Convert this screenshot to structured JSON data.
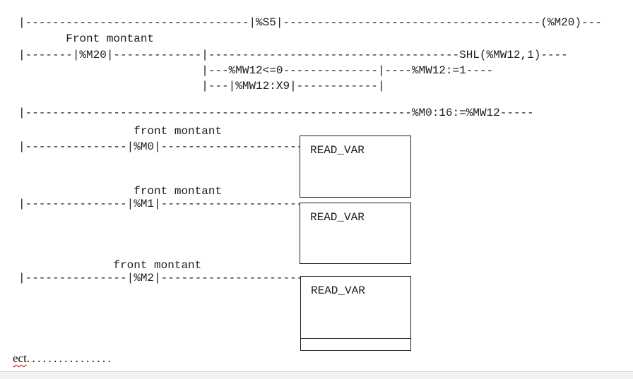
{
  "document": {
    "ladder_rows": [
      {
        "name": "rung-s5-coil-m20",
        "text": "|---------------------------------|%S5|--------------------------------------(%M20)---"
      },
      {
        "name": "label-front-montant",
        "text": "       Front montant"
      },
      {
        "name": "rung-m20-shl",
        "text": "|-------|%M20|-------------|-------------------------------------SHL(%MW12,1)----"
      },
      {
        "name": "branch-compare-assign",
        "text": "                           |---%MW12<=0--------------|----%MW12:=1----"
      },
      {
        "name": "branch-bit-x9",
        "text": "                           |---|%MW12:X9|------------|"
      },
      {
        "name": "rung-table-assign",
        "text": "|---------------------------------------------------------%M0:16:=%MW12-----"
      },
      {
        "name": "label-front-montant-m0",
        "text": "                 front montant"
      },
      {
        "name": "rung-m0",
        "text": "|---------------|%M0|---------------------"
      },
      {
        "name": "label-front-montant-m1",
        "text": "                 front montant"
      },
      {
        "name": "rung-m1",
        "text": "|---------------|%M1|---------------------"
      },
      {
        "name": "label-front-montant-m2",
        "text": "              front montant"
      },
      {
        "name": "rung-m2",
        "text": "|---------------|%M2|---------------------"
      }
    ],
    "function_blocks": [
      {
        "label": "READ_VAR"
      },
      {
        "label": "READ_VAR"
      },
      {
        "label": "READ_VAR"
      }
    ],
    "footer": {
      "text": "ect",
      "dots": "................"
    }
  },
  "colors": {
    "ink": "#1c1c1c",
    "squiggle": "#cc0000",
    "scrollbar_track": "#f1f1f1",
    "scrollbar_border": "#d8d8d8",
    "background": "#ffffff"
  }
}
